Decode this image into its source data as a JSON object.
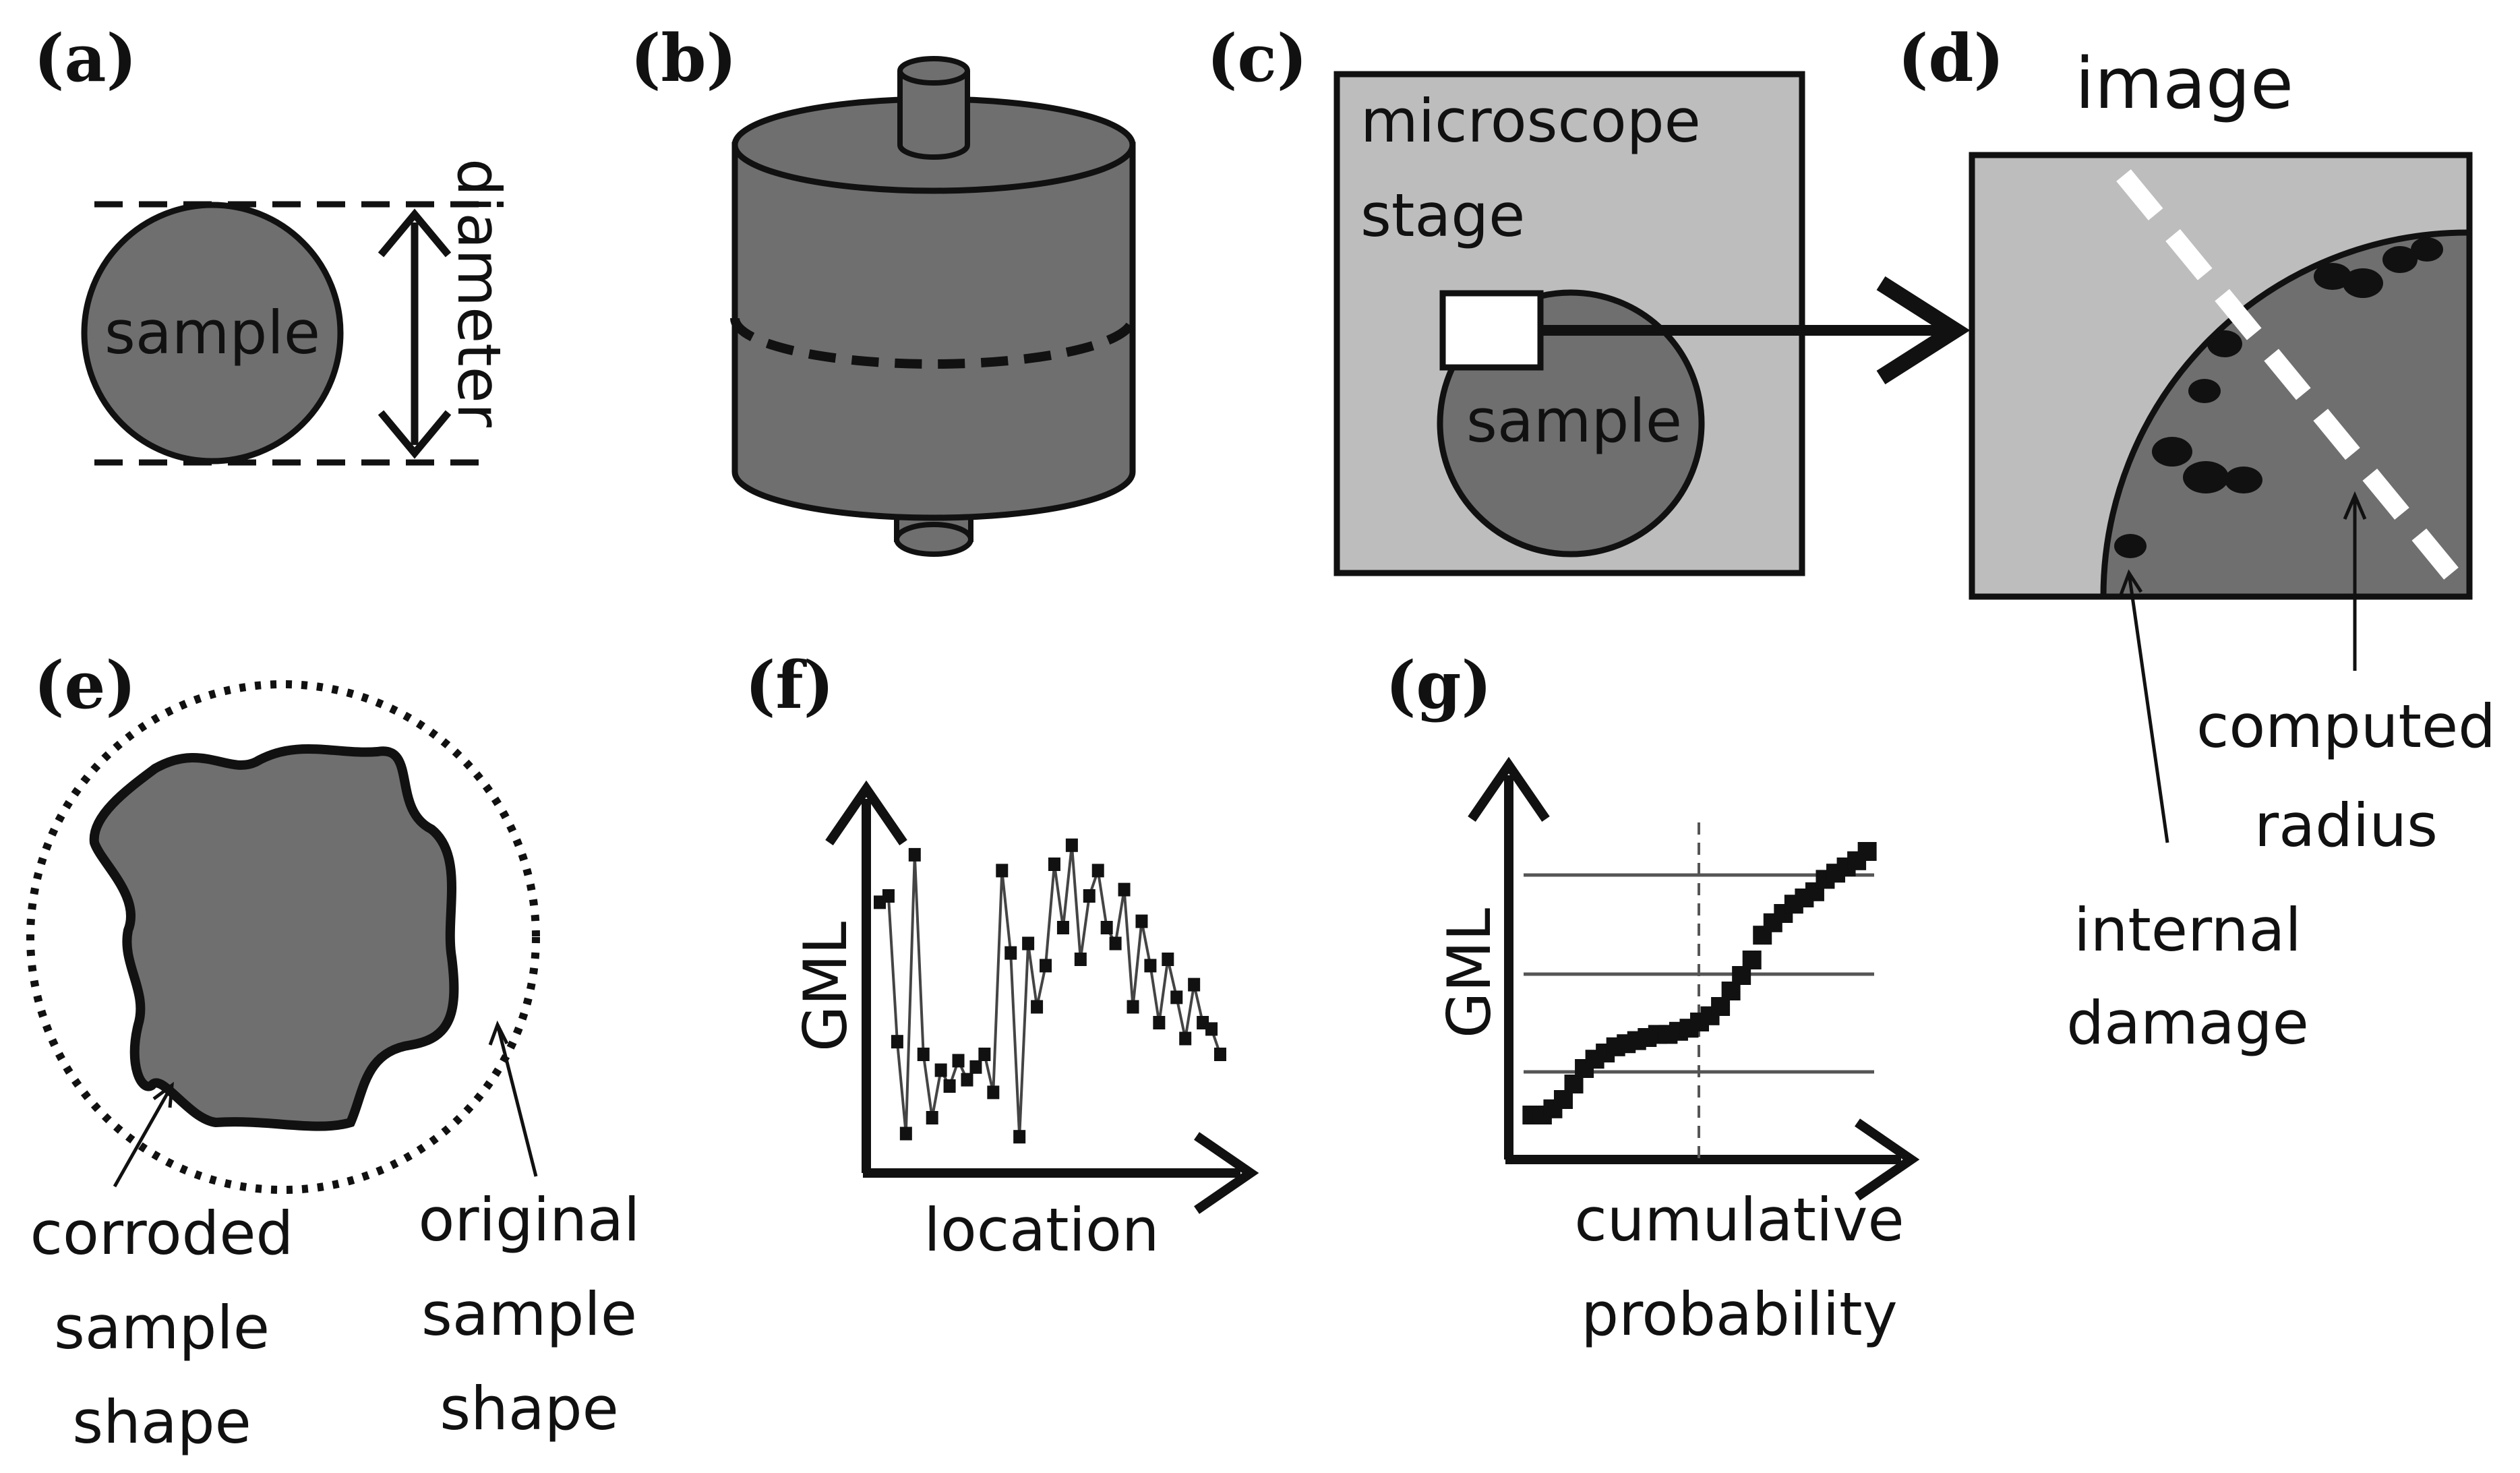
{
  "colors": {
    "dark_gray": "#6f6f6f",
    "light_gray": "#bdbdbd",
    "stroke": "#111111",
    "white": "#ffffff"
  },
  "panels": {
    "a": {
      "label": "(a)",
      "sample_text": "sample",
      "diameter_text": "diameter"
    },
    "b": {
      "label": "(b)"
    },
    "c": {
      "label": "(c)",
      "stage_line1": "microscope",
      "stage_line2": "stage",
      "sample_text": "sample"
    },
    "d": {
      "label": "(d)",
      "title": "image",
      "computed_line1": "computed",
      "computed_line2": "radius",
      "internal_line1": "internal",
      "internal_line2": "damage"
    },
    "e": {
      "label": "(e)",
      "corroded_line1": "corroded",
      "corroded_line2": "sample",
      "corroded_line3": "shape",
      "original_line1": "original",
      "original_line2": "sample",
      "original_line3": "shape"
    },
    "f": {
      "label": "(f)",
      "ylabel": "GML",
      "xlabel": "location"
    },
    "g": {
      "label": "(g)",
      "ylabel": "GML",
      "xlabel_line1": "cumulative",
      "xlabel_line2": "probability"
    }
  },
  "chart_data": [
    {
      "type": "line",
      "panel": "f",
      "xlabel": "location",
      "ylabel": "GML",
      "x": [
        1,
        2,
        3,
        4,
        5,
        6,
        7,
        8,
        9,
        10,
        11,
        12,
        13,
        14,
        15,
        16,
        17,
        18,
        19,
        20,
        21,
        22,
        23,
        24,
        25,
        26,
        27,
        28,
        29,
        30,
        31,
        32,
        33,
        34,
        35,
        36,
        37,
        38,
        39,
        40
      ],
      "y": [
        0.78,
        0.8,
        0.34,
        0.05,
        0.93,
        0.3,
        0.1,
        0.25,
        0.2,
        0.28,
        0.22,
        0.26,
        0.3,
        0.18,
        0.88,
        0.62,
        0.04,
        0.65,
        0.45,
        0.58,
        0.9,
        0.7,
        0.96,
        0.6,
        0.8,
        0.88,
        0.7,
        0.65,
        0.82,
        0.45,
        0.72,
        0.58,
        0.4,
        0.6,
        0.48,
        0.35,
        0.52,
        0.4,
        0.38,
        0.3
      ]
    },
    {
      "type": "scatter",
      "panel": "g",
      "xlabel": "cumulative probability",
      "ylabel": "GML",
      "x": [
        0.02,
        0.05,
        0.08,
        0.11,
        0.14,
        0.17,
        0.2,
        0.23,
        0.26,
        0.29,
        0.32,
        0.35,
        0.38,
        0.41,
        0.44,
        0.47,
        0.5,
        0.53,
        0.56,
        0.59,
        0.62,
        0.65,
        0.68,
        0.71,
        0.74,
        0.77,
        0.8,
        0.83,
        0.86,
        0.89,
        0.92,
        0.95,
        0.98
      ],
      "y": [
        0.1,
        0.1,
        0.12,
        0.15,
        0.2,
        0.25,
        0.28,
        0.3,
        0.32,
        0.33,
        0.34,
        0.35,
        0.36,
        0.36,
        0.37,
        0.38,
        0.4,
        0.42,
        0.45,
        0.5,
        0.55,
        0.6,
        0.68,
        0.72,
        0.75,
        0.78,
        0.8,
        0.82,
        0.86,
        0.88,
        0.9,
        0.92,
        0.95
      ]
    }
  ]
}
